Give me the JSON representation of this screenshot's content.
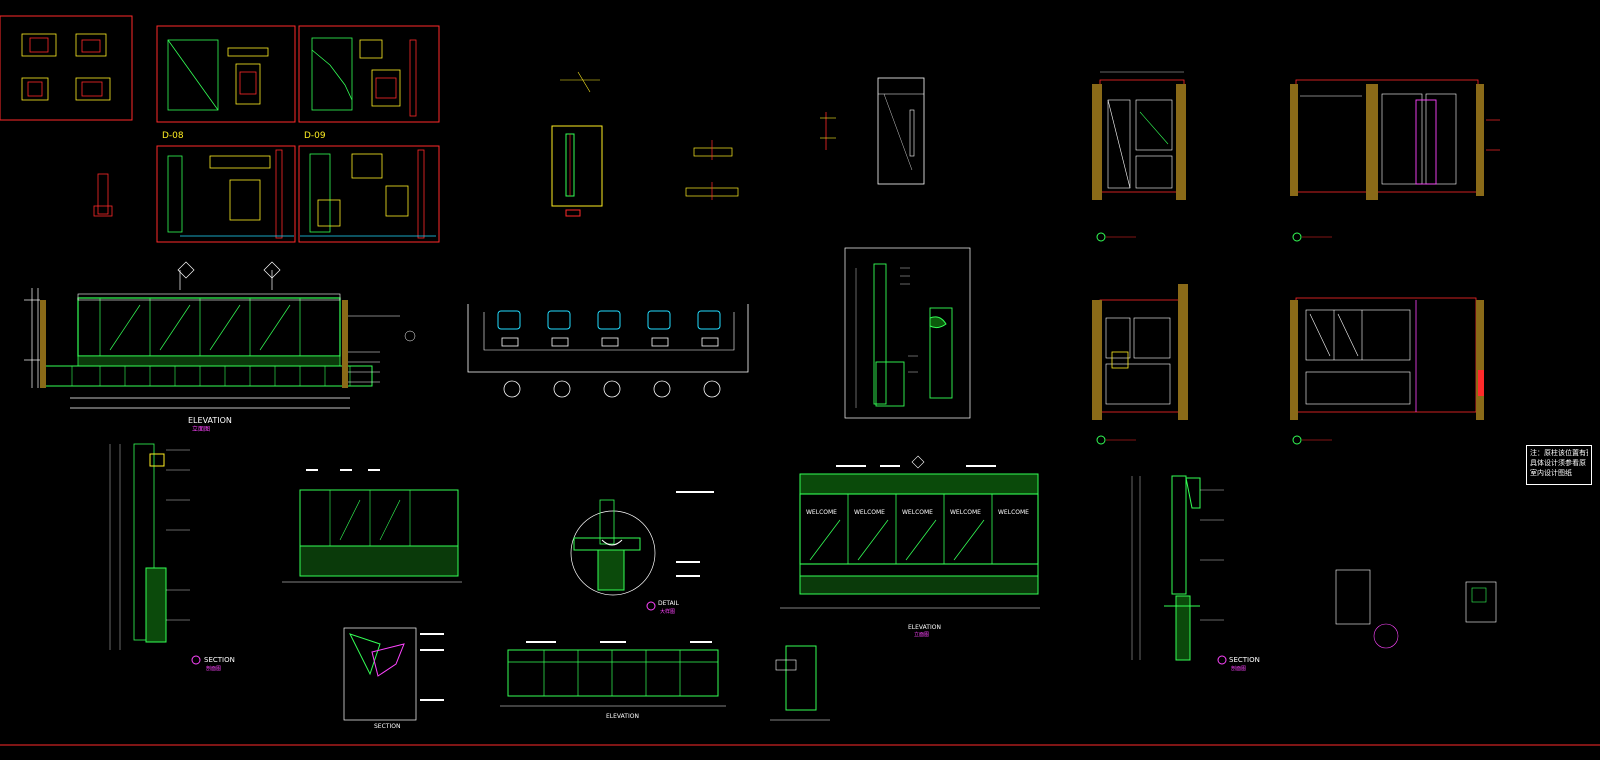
{
  "sheet_labels": {
    "d08": "D-08",
    "d09": "D-09",
    "elevation_main": "ELEVATION",
    "elevation_main_cn": "立面图",
    "section_left": "SECTION",
    "section_left_cn": "剖面图",
    "detail": "DETAIL",
    "detail_cn": "大样图",
    "elevation_bottom": "ELEVATION",
    "section_bottom": "SECTION",
    "elevation_welcome": "ELEVATION",
    "elevation_welcome_cn": "立面图",
    "section_right": "SECTION",
    "section_right_cn": "剖面图",
    "welcome_sign": "WELCOME"
  },
  "note_box": {
    "lines": [
      "注：原柱该位置有预留筒",
      "具体设计须参看原",
      "室内设计图纸"
    ]
  },
  "colors": {
    "background": "#000000",
    "frame_red": "#ff2a2a",
    "cad_green": "#33ff55",
    "cad_cyan": "#22ddff",
    "cad_yellow": "#ffee22",
    "cad_magenta": "#ff44ff",
    "cad_white": "#ffffff",
    "wood_brown": "#8a6a18"
  }
}
